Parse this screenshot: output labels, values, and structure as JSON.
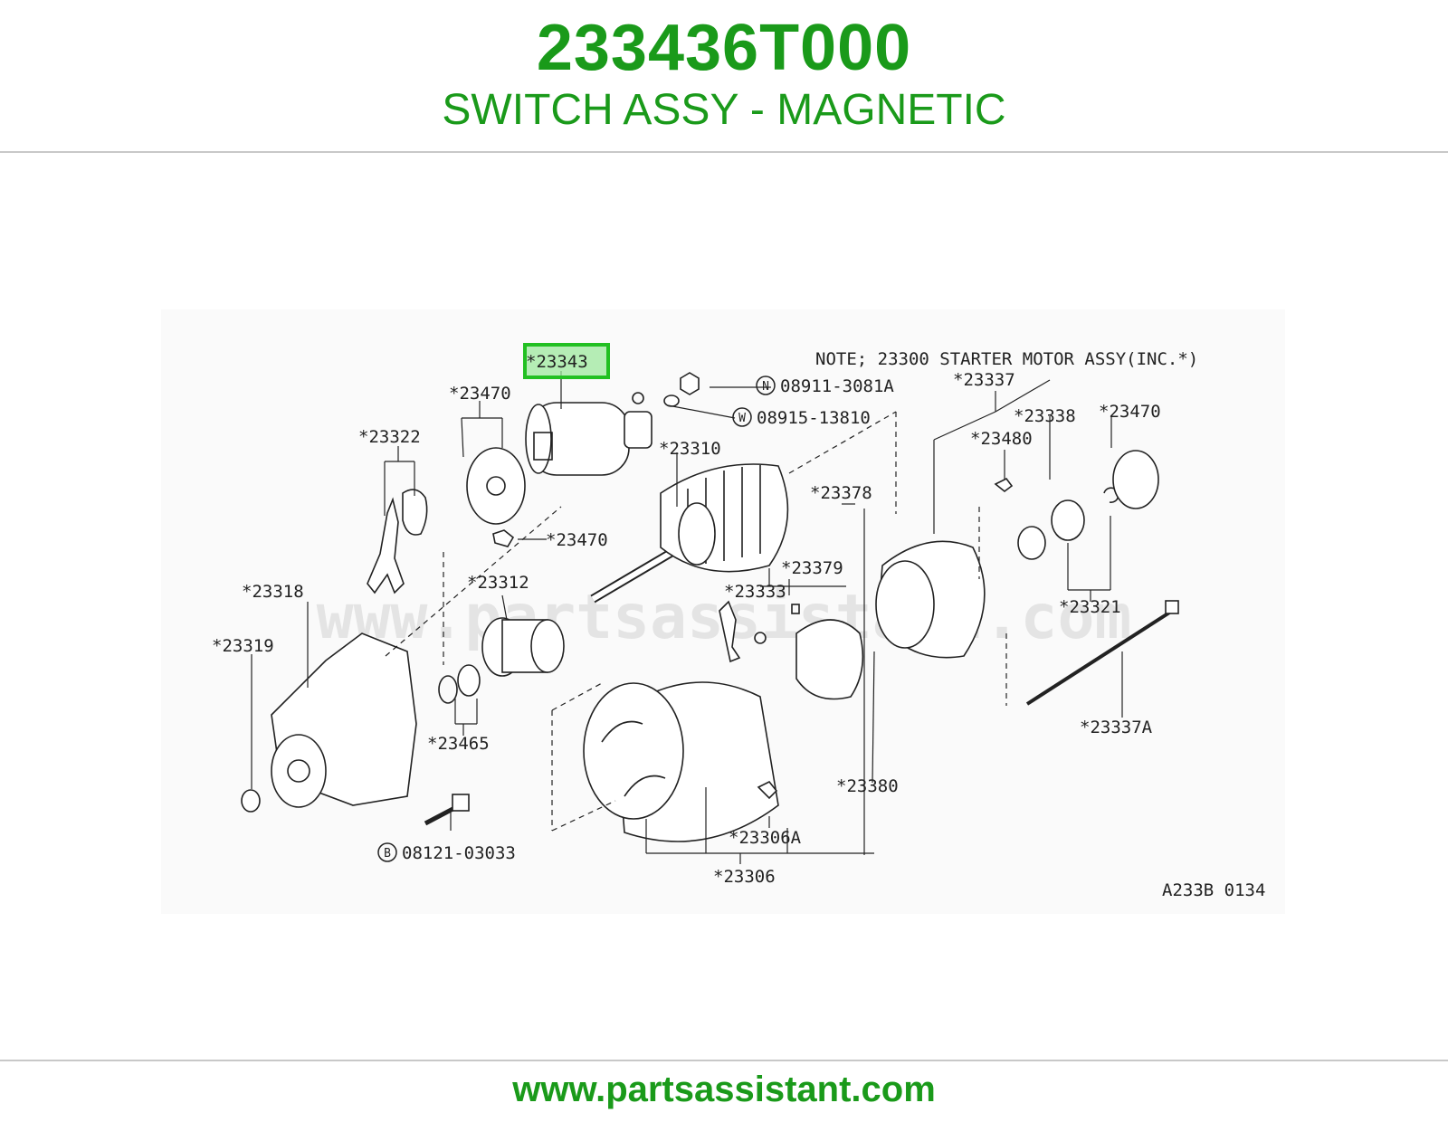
{
  "header": {
    "part_number": "233436T000",
    "part_name": "SWITCH ASSY - MAGNETIC"
  },
  "diagram": {
    "note": "NOTE; 23300 STARTER MOTOR ASSY(INC.*)",
    "watermark": "www.partsassistant.com",
    "code": "A233B 0134",
    "highlighted_label": "*23343",
    "highlight_color": "#22c022",
    "labels": {
      "l23343": "*23343",
      "l23470a": "*23470",
      "l23322": "*23322",
      "l23470b": "*23470",
      "l23310": "*23310",
      "l23312": "*23312",
      "l23318": "*23318",
      "l23319": "*23319",
      "l23465": "*23465",
      "l23333": "*23333",
      "l23379": "*23379",
      "l23378": "*23378",
      "l23337": "*23337",
      "l23338": "*23338",
      "l23470c": "*23470",
      "l23480": "*23480",
      "l23321": "*23321",
      "l23337a": "*23337A",
      "l23380": "*23380",
      "l23306a": "*23306A",
      "l23306": "*23306",
      "nut_part": "08911-3081A",
      "nut_badge": "N",
      "washer_part": "08915-13810",
      "washer_badge": "W",
      "bolt_part": "08121-03033",
      "bolt_badge": "B"
    }
  },
  "footer": {
    "url": "www.partsassistant.com"
  }
}
